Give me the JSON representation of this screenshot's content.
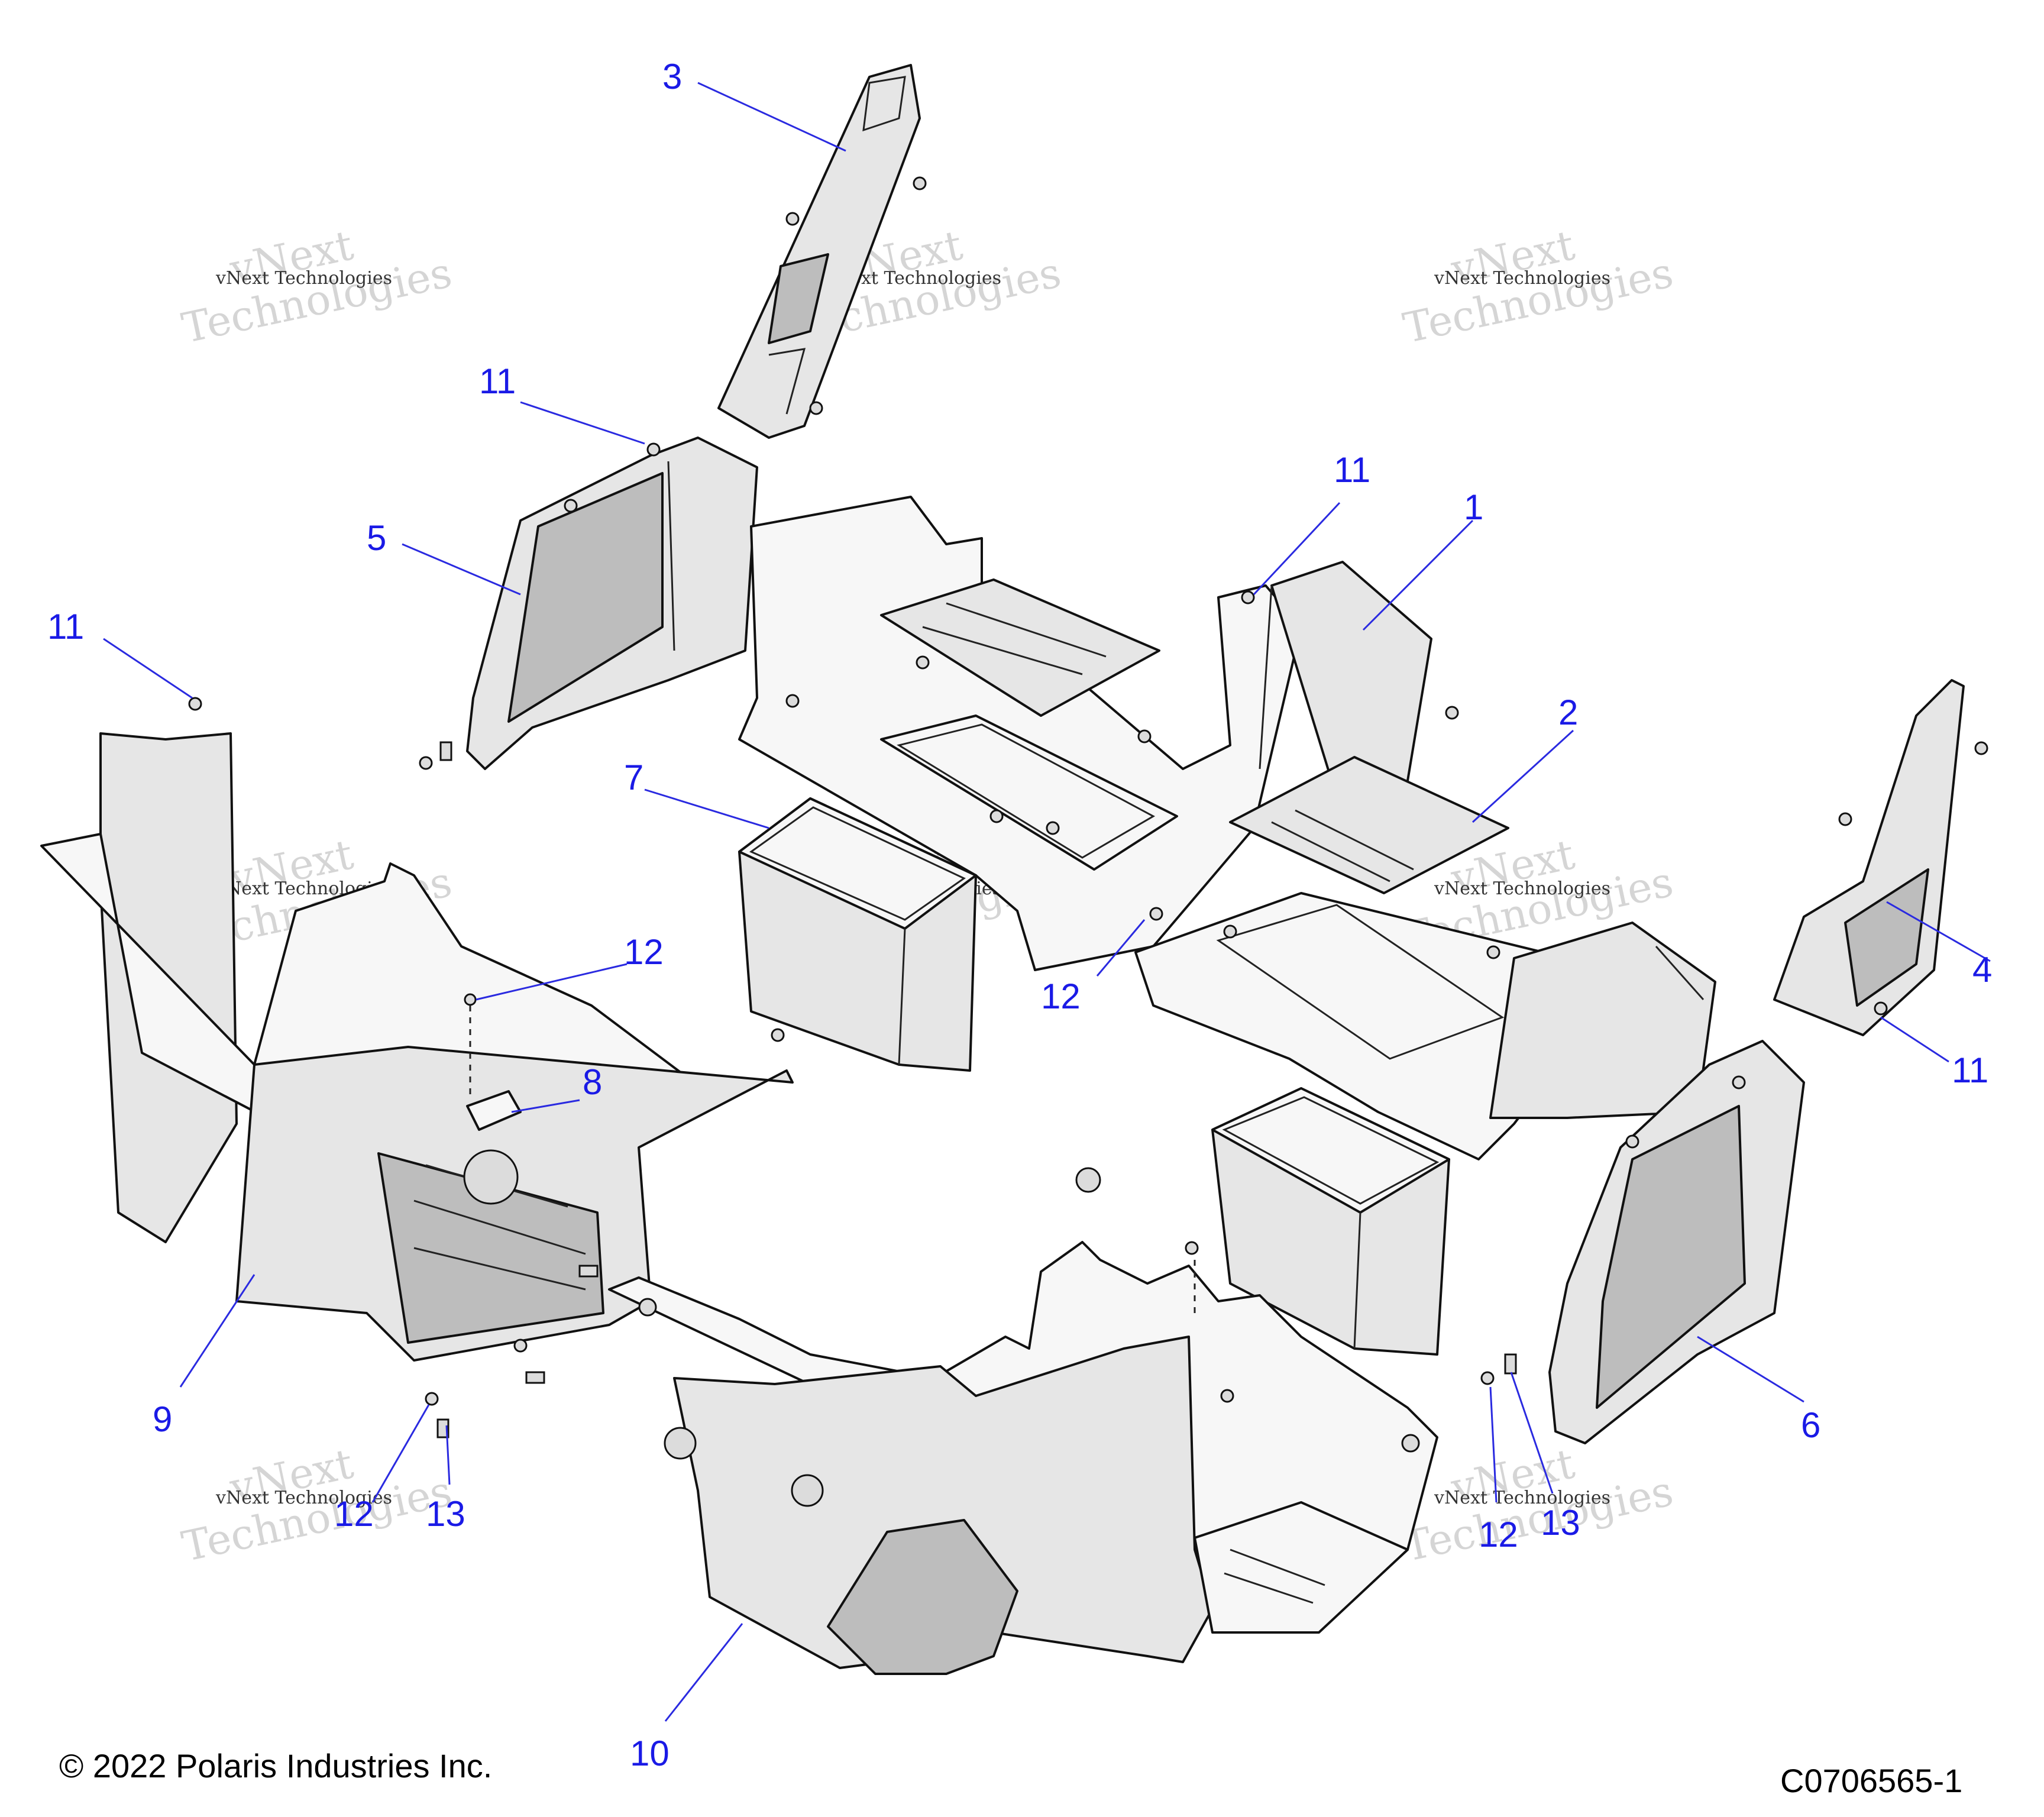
{
  "diagram": {
    "callouts": [
      "1",
      "2",
      "3",
      "4",
      "5",
      "6",
      "7",
      "8",
      "9",
      "10",
      "11",
      "11",
      "11",
      "11",
      "12",
      "12",
      "12",
      "12",
      "13",
      "13"
    ],
    "watermark": {
      "line1": "vNext Technologies",
      "line2": "vNext",
      "line3": "Technologies"
    },
    "copyright": "© 2022 Polaris Industries Inc.",
    "figure_id": "C0706565-1",
    "accent_color": "#1a1ae6"
  }
}
